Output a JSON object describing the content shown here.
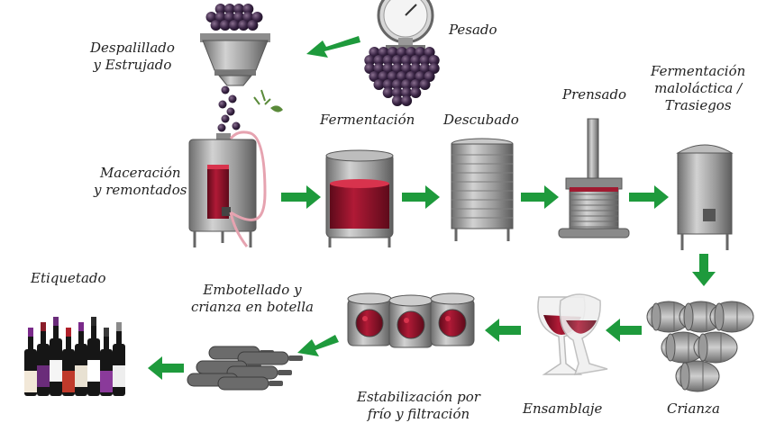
{
  "steps": {
    "pesado": "Pesado",
    "despalillado": [
      "Despalillado",
      "y Estrujado"
    ],
    "maceracion": [
      "Maceración",
      "y remontados"
    ],
    "fermentacion": "Fermentación",
    "descubado": "Descubado",
    "prensado": "Prensado",
    "malolactica": [
      "Fermentación",
      "maloláctica /",
      "Trasiegos"
    ],
    "crianza": "Crianza",
    "ensamblaje": "Ensamblaje",
    "estabilizacion": [
      "Estabilización por",
      "frío y filtración"
    ],
    "embotellado": [
      "Embotellado y",
      "crianza en botella"
    ],
    "etiquetado": "Etiquetado"
  },
  "colors": {
    "arrow": "#1e9a3c",
    "wine": "#8c1428",
    "steel": "#a9a9a9",
    "grape": "#3a2545"
  }
}
